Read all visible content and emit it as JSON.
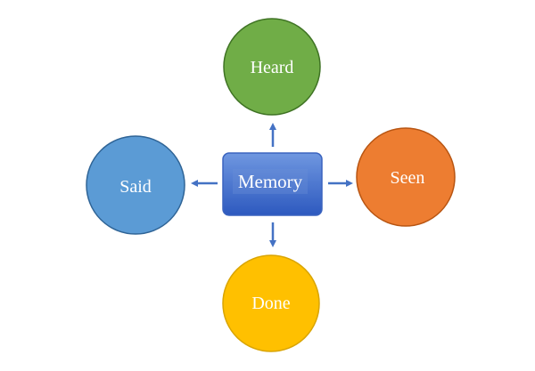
{
  "center": {
    "label": "Memory",
    "color_top": "#6f97e0",
    "color_bottom": "#2d59bf",
    "border": "#3a63bf"
  },
  "nodes": [
    {
      "id": "heard",
      "label": "Heard",
      "fill": "#70ad47",
      "stroke": "#3f7324"
    },
    {
      "id": "said",
      "label": "Said",
      "fill": "#5b9bd5",
      "stroke": "#2f6496"
    },
    {
      "id": "seen",
      "label": "Seen",
      "fill": "#ed7d31",
      "stroke": "#b85512"
    },
    {
      "id": "done",
      "label": "Done",
      "fill": "#ffc000",
      "stroke": "#d9a400"
    }
  ],
  "arrow_color": "#4472c4"
}
